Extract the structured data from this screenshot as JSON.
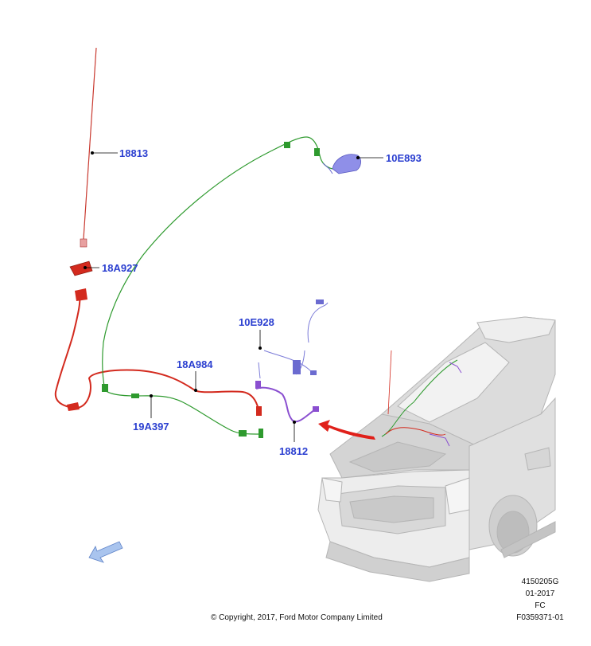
{
  "callouts": {
    "c18813": "18813",
    "c18A927": "18A927",
    "c10E893": "10E893",
    "c10E928": "10E928",
    "c18A984": "18A984",
    "c19A397": "19A397",
    "c18812": "18812"
  },
  "meta": {
    "code1": "4150205G",
    "date": "01-2017",
    "fc": "FC",
    "figure": "F0359371-01",
    "copyright": "© Copyright, 2017, Ford Motor Company Limited"
  },
  "colors": {
    "callout": "#2b3fd0",
    "red_harness": "#d32a1e",
    "green_harness": "#2e9a2e",
    "purple_harness": "#8a4fd0",
    "truck_gray": "#d9d9d9"
  }
}
